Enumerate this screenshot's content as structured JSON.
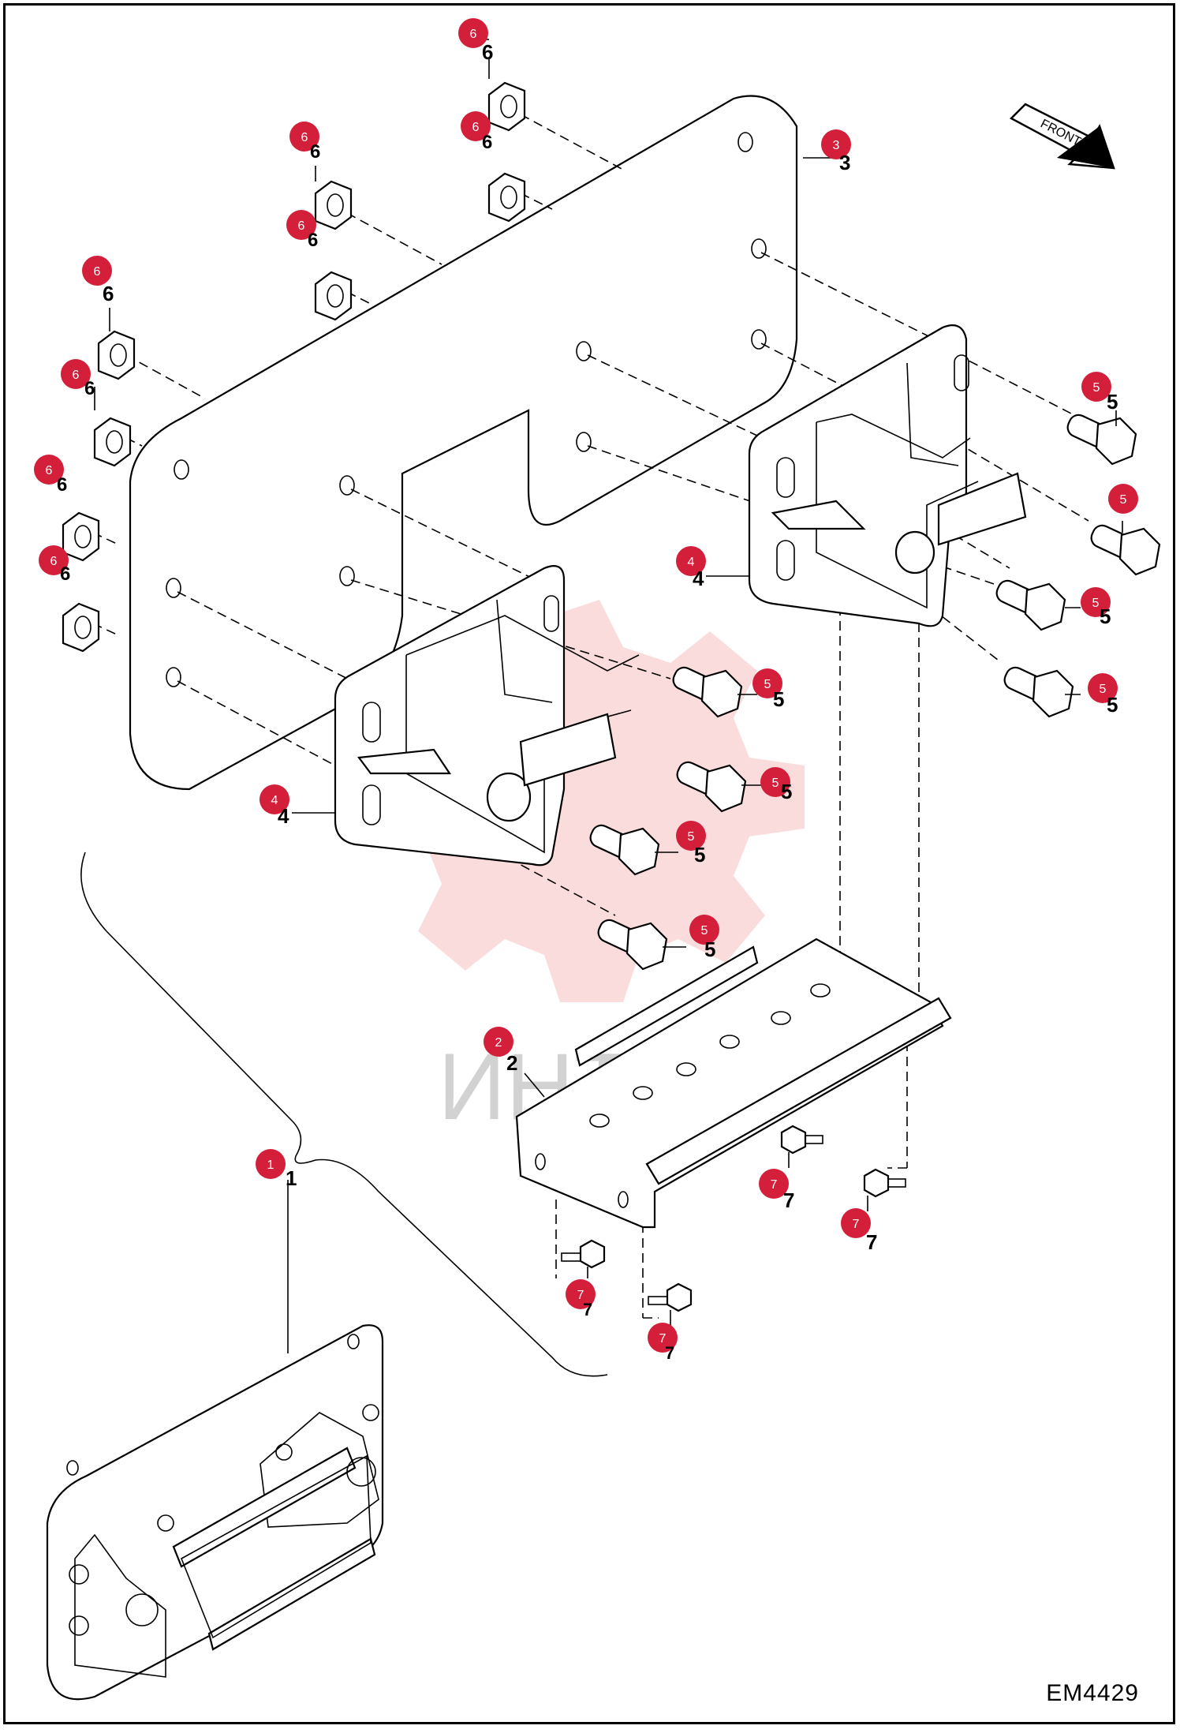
{
  "drawing_code": "EM4429",
  "front_label": "FRONT",
  "watermark_text": "ИНТЕХ",
  "colors": {
    "callout": "#d31f3a",
    "line": "#000000",
    "watermark": "#f08080"
  },
  "callouts": [
    {
      "id": "c1",
      "num": "1",
      "label": "1"
    },
    {
      "id": "c2",
      "num": "2",
      "label": "2"
    },
    {
      "id": "c3",
      "num": "3",
      "label": "3"
    },
    {
      "id": "c4a",
      "num": "4",
      "label": "4"
    },
    {
      "id": "c4b",
      "num": "4",
      "label": "4"
    },
    {
      "id": "c5a",
      "num": "5",
      "label": "5"
    },
    {
      "id": "c5b",
      "num": "5",
      "label": "5"
    },
    {
      "id": "c5c",
      "num": "5",
      "label": "5"
    },
    {
      "id": "c5d",
      "num": "5",
      "label": "5"
    },
    {
      "id": "c5e",
      "num": "5",
      "label": "5"
    },
    {
      "id": "c5f",
      "num": "5",
      "label": "5"
    },
    {
      "id": "c5g",
      "num": "5",
      "label": "5"
    },
    {
      "id": "c5h",
      "num": "5",
      "label": "5"
    },
    {
      "id": "c6a",
      "num": "6",
      "label": "6"
    },
    {
      "id": "c6b",
      "num": "6",
      "label": "6"
    },
    {
      "id": "c6c",
      "num": "6",
      "label": "6"
    },
    {
      "id": "c6d",
      "num": "6",
      "label": "6"
    },
    {
      "id": "c6e",
      "num": "6",
      "label": "6"
    },
    {
      "id": "c6f",
      "num": "6",
      "label": "6"
    },
    {
      "id": "c6g",
      "num": "6",
      "label": "6"
    },
    {
      "id": "c6h",
      "num": "6",
      "label": "6"
    },
    {
      "id": "c7a",
      "num": "7",
      "label": "7"
    },
    {
      "id": "c7b",
      "num": "7",
      "label": "7"
    },
    {
      "id": "c7c",
      "num": "7",
      "label": "7"
    },
    {
      "id": "c7d",
      "num": "7",
      "label": "7"
    }
  ]
}
